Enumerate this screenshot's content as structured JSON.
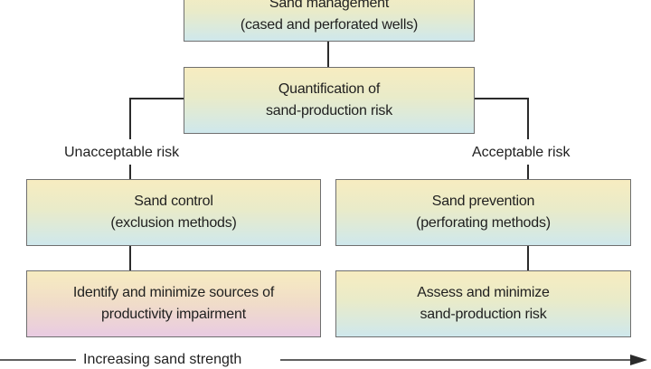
{
  "boxes": {
    "sand_management": {
      "line1": "Sand management",
      "line2": "(cased and perforated wells)"
    },
    "quantification": {
      "line1": "Quantification of",
      "line2": "sand-production risk"
    },
    "sand_control": {
      "line1": "Sand control",
      "line2": "(exclusion methods)"
    },
    "sand_prevention": {
      "line1": "Sand prevention",
      "line2": "(perforating methods)"
    },
    "identify": {
      "line1": "Identify and minimize sources of",
      "line2": "productivity impairment"
    },
    "assess": {
      "line1": "Assess and minimize",
      "line2": "sand-production risk"
    }
  },
  "branch_labels": {
    "left": "Unacceptable risk",
    "right": "Acceptable risk"
  },
  "axis": {
    "label": "Increasing sand strength"
  },
  "colors": {
    "box_top": "#f7ecc0",
    "box_bottom_blue": "#cfe8ec",
    "box_bottom_pink": "#e9cbe2",
    "line": "#2b2b2b"
  }
}
